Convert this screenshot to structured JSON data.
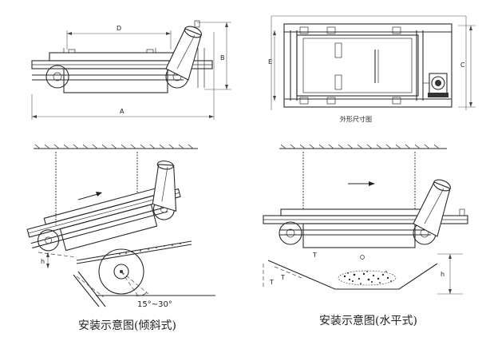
{
  "labels": {
    "dim_a": "A",
    "dim_b": "B",
    "dim_c": "C",
    "dim_d": "D",
    "dim_e": "E",
    "dim_h_tilted": "h",
    "dim_h_level": "h",
    "angle_range": "15°~30°"
  },
  "captions": {
    "outline": "外形尺寸图",
    "install_tilted": "安装示意图(倾斜式)",
    "install_level": "安装示意图(水平式)"
  }
}
